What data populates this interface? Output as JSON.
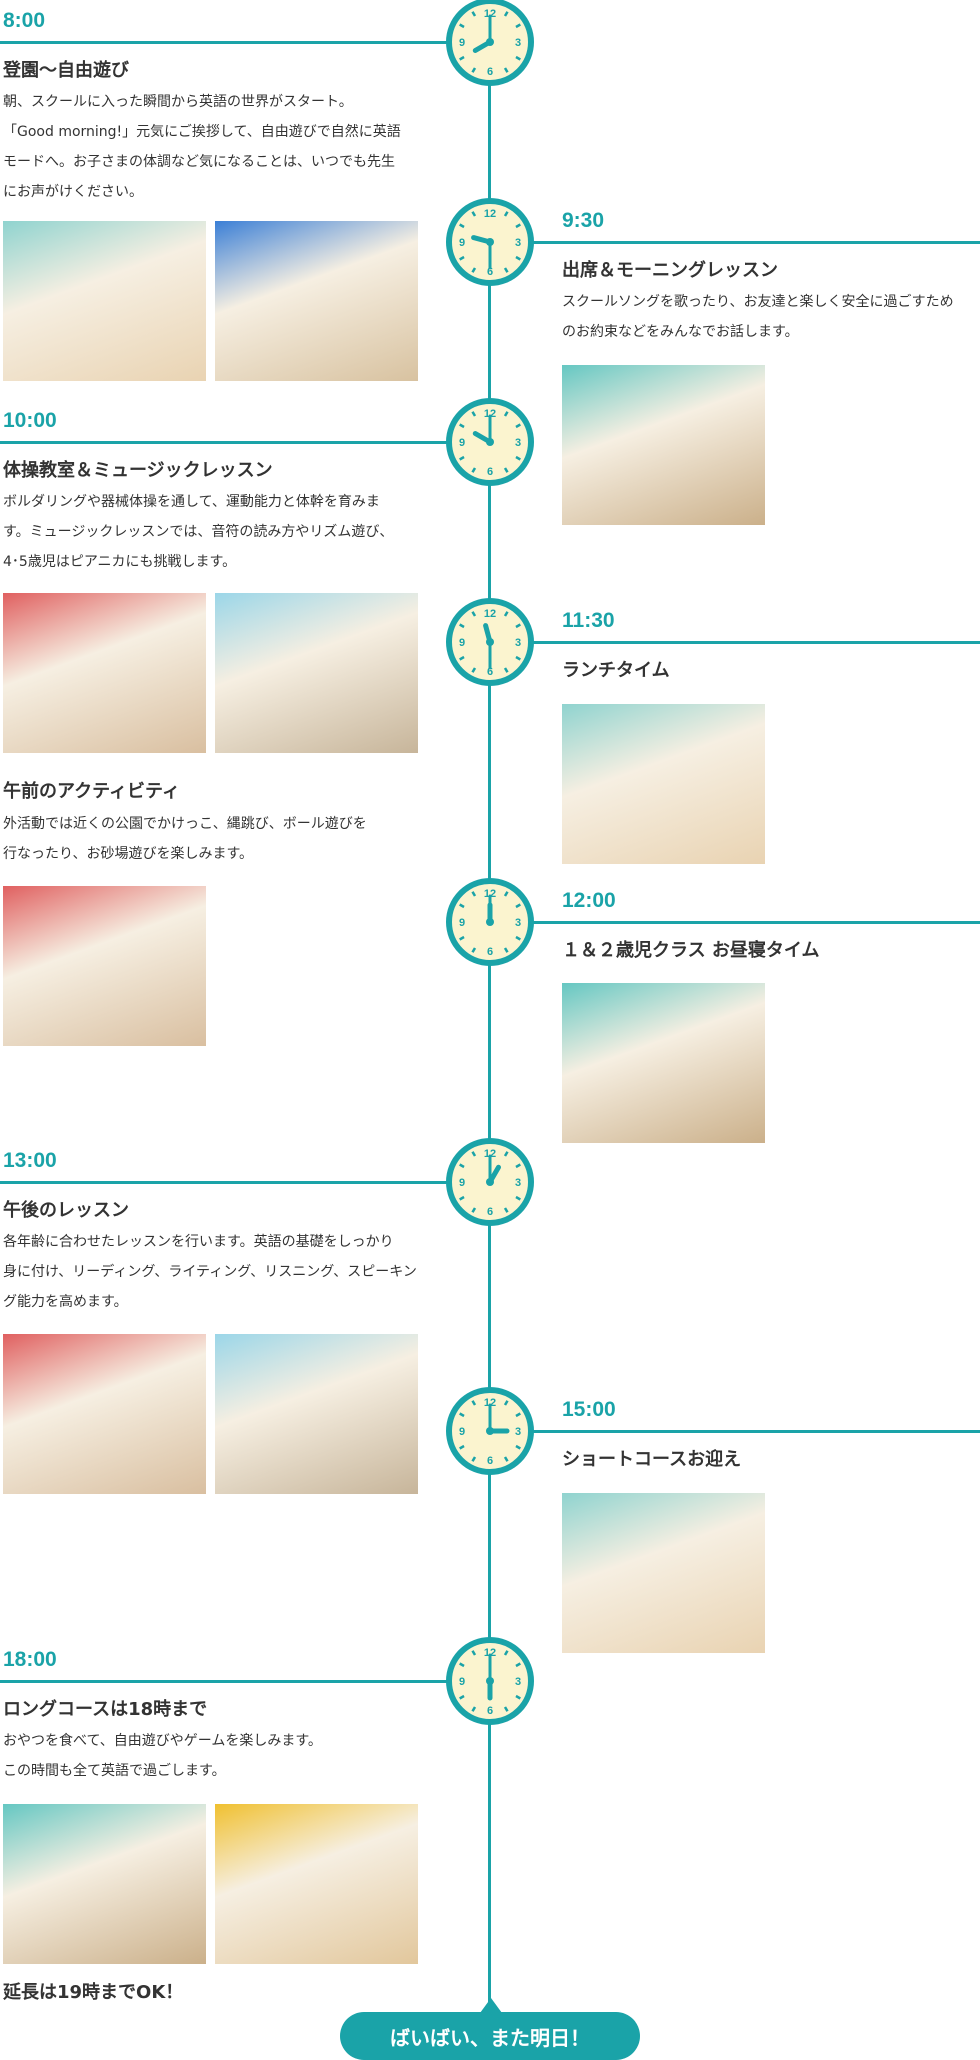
{
  "colors": {
    "accent": "#1aa3a8",
    "clock_face": "#fbf4cf",
    "text": "#333333"
  },
  "sections": [
    {
      "time": "8:00",
      "title": "登園〜自由遊び",
      "body": [
        "朝、スクールに入った瞬間から英語の世界がスタート。",
        "「Good morning!」元気にご挨拶して、自由遊びで自然に英語",
        "モードへ。お子さまの体調など気になることは、いつでも先生",
        "にお声がけください。"
      ],
      "photos": [
        "greeting-photo",
        "free-play-blocks-photo"
      ]
    },
    {
      "time": "9:30",
      "title": "出席＆モーニングレッスン",
      "body": [
        "スクールソングを歌ったり、お友達と楽しく安全に過ごすため",
        "のお約束などをみんなでお話します。"
      ],
      "photos": [
        "morning-circle-photo"
      ]
    },
    {
      "time": "10:00",
      "title": "体操教室＆ミュージックレッスン",
      "body": [
        "ボルダリングや器械体操を通して、運動能力と体幹を育みま",
        "す。ミュージックレッスンでは、音符の読み方やリズム遊び、",
        "4･5歳児はピアニカにも挑戦します。"
      ],
      "photos": [
        "vaulting-box-photo",
        "pianica-photo"
      ],
      "sub": {
        "title": "午前のアクティビティ",
        "body": [
          "外活動では近くの公園でかけっこ、縄跳び、ボール遊びを",
          "行なったり、お砂場遊びを楽しみます。"
        ],
        "photos": [
          "park-slide-photo"
        ]
      }
    },
    {
      "time": "11:30",
      "title": "ランチタイム",
      "body": [],
      "photos": [
        "lunch-photo"
      ]
    },
    {
      "time": "12:00",
      "title": "１＆２歳児クラス お昼寝タイム",
      "body": [],
      "photos": [
        "nap-photo"
      ]
    },
    {
      "time": "13:00",
      "title": "午後のレッスン",
      "body": [
        "各年齢に合わせたレッスンを行います。英語の基礎をしっかり",
        "身に付け、リーディング、ライティング、リスニング、スピーキン",
        "グ能力を高めます。"
      ],
      "photos": [
        "writing-lesson-photo",
        "speaking-lesson-photo"
      ]
    },
    {
      "time": "15:00",
      "title": "ショートコースお迎え",
      "body": [],
      "photos": [
        "pickup-photo"
      ]
    },
    {
      "time": "18:00",
      "title": "ロングコースは18時まで",
      "body": [
        "おやつを食べて、自由遊びやゲームを楽しみます。",
        "この時間も全て英語で過ごします。"
      ],
      "photos": [
        "snack-photo",
        "lego-play-photo"
      ],
      "note": "延長は19時までOK！"
    }
  ],
  "footer": {
    "label": "ばいばい、また明日！"
  }
}
